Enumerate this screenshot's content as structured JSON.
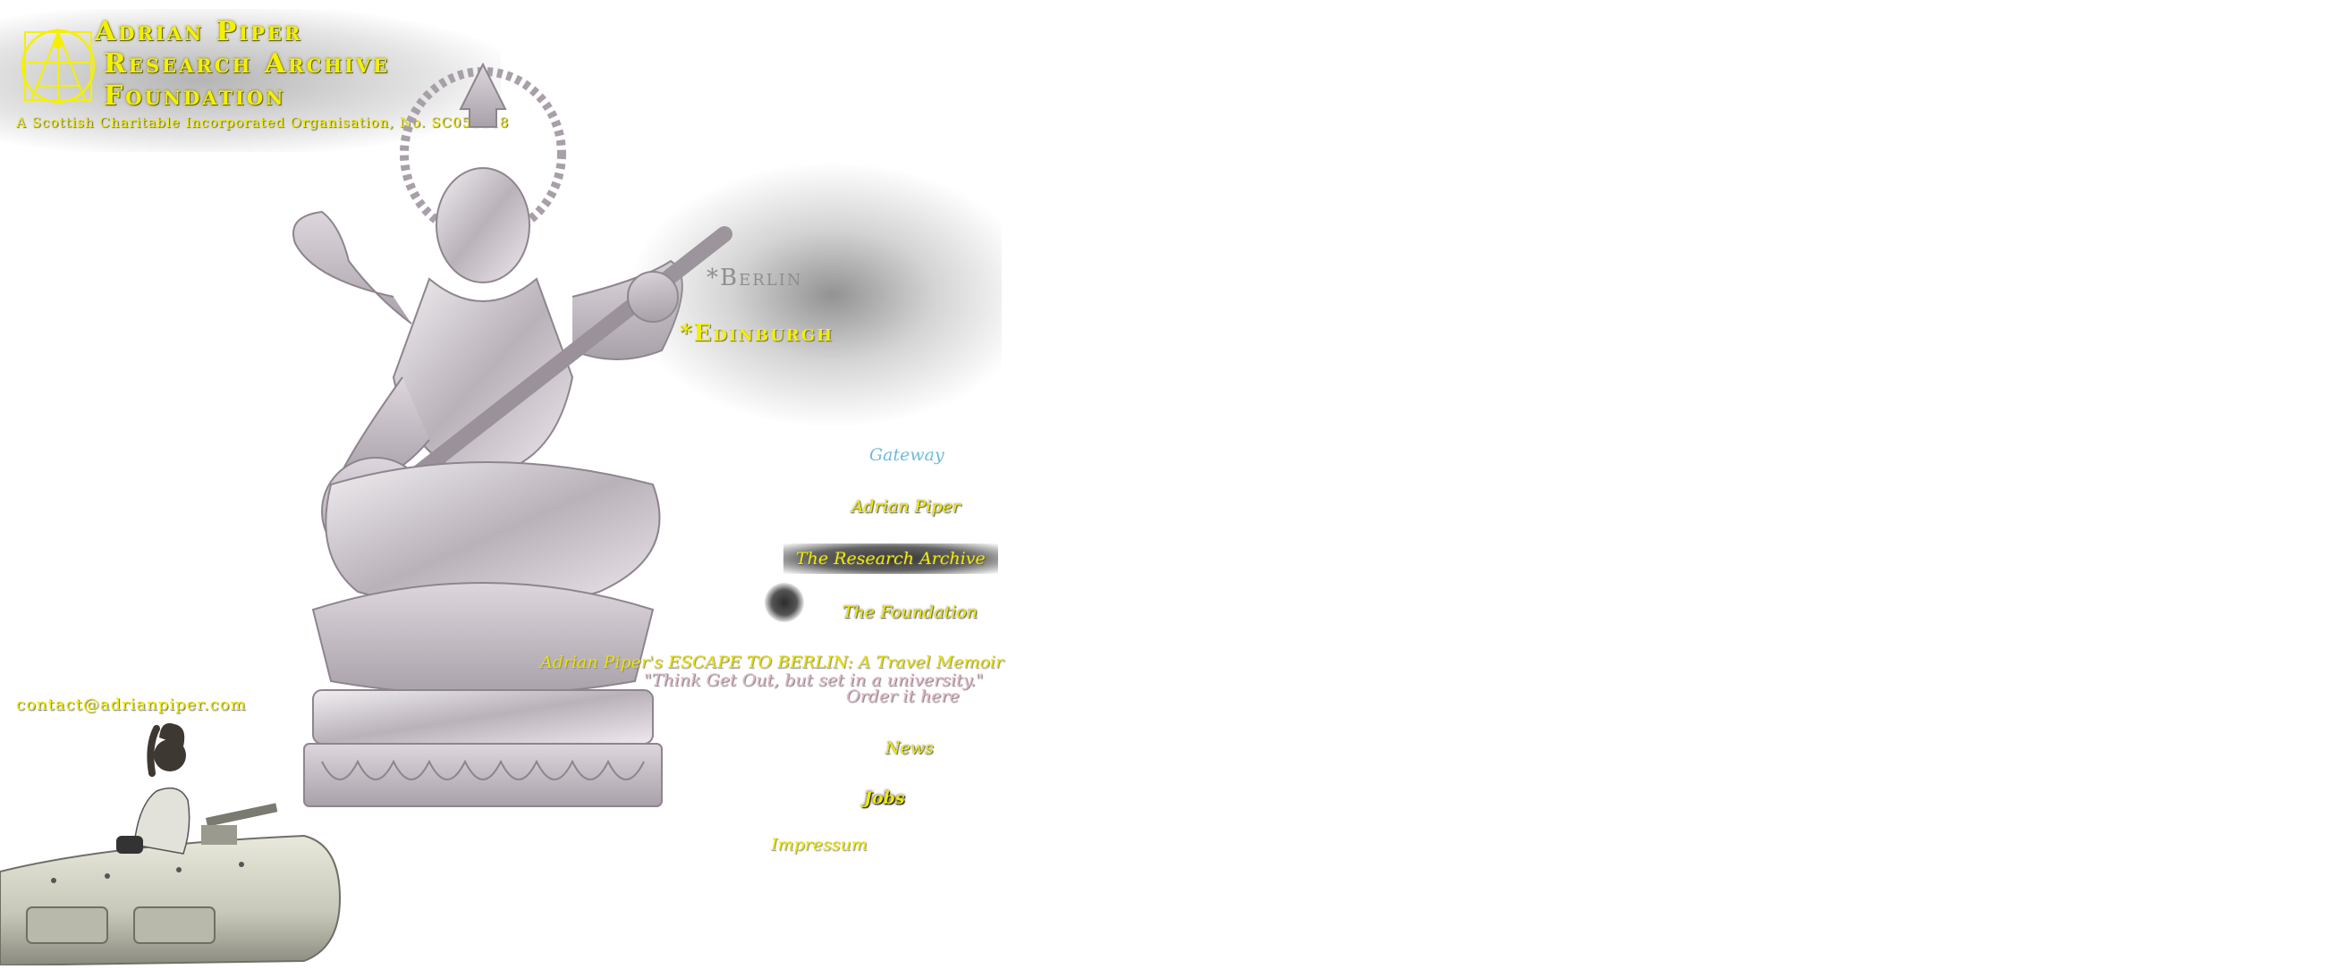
{
  "header": {
    "org_line1": "Adrian Piper",
    "org_line2": "Research Archive",
    "org_line3": "Foundation",
    "charity_note": "A Scottish Charitable Incorporated Organisation, No. SC052218"
  },
  "map": {
    "city_berlin": "*Berlin",
    "city_edinburgh": "*Edinburgh"
  },
  "nav": {
    "gateway": "Gateway",
    "adrian_piper": "Adrian Piper",
    "research_archive": "The Research Archive",
    "foundation": "The Foundation",
    "escape_title": "Adrian Piper's ESCAPE TO BERLIN: A Travel Memoir",
    "escape_quote": "\"Think Get Out, but set in a university.\"",
    "order": "Order it here",
    "news": "News",
    "jobs": "Jobs",
    "impressum": "Impressum"
  },
  "contact": {
    "email": "contact@adrianpiper.com"
  },
  "icons": {
    "logo": "vitruvian-logo-icon",
    "statue": "saraswati-statue-image",
    "photo": "child-on-tank-photo"
  },
  "colors": {
    "accent_yellow": "#f4f000",
    "link_blue": "#6fbcd8",
    "quote_pink": "#e3b7c8"
  }
}
